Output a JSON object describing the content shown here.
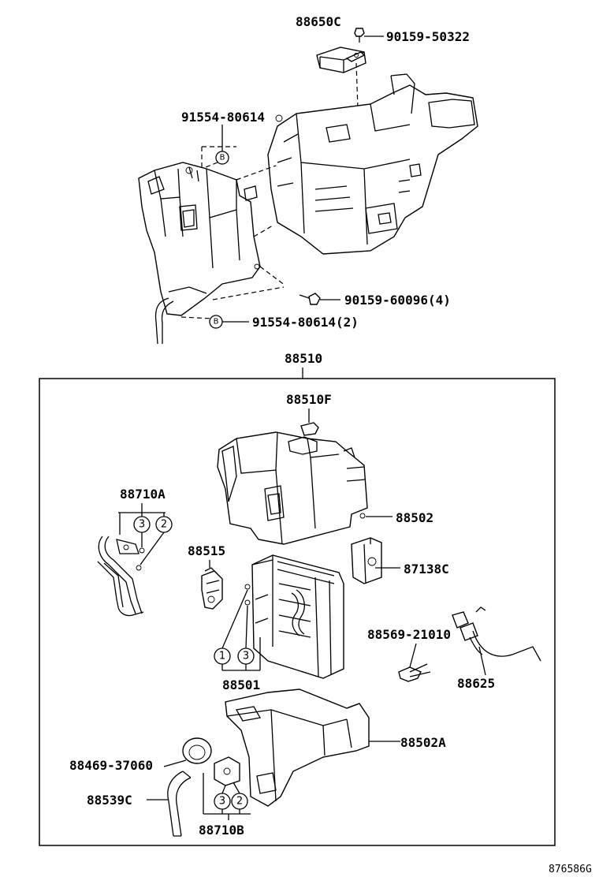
{
  "labels": {
    "p88650C": "88650C",
    "p9015950322": "90159-50322",
    "p9155480614": "91554-80614",
    "p9015960096": "90159-60096(4)",
    "p9155480614b": "91554-80614(2)",
    "p88510": "88510",
    "p88510F": "88510F",
    "p88710A": "88710A",
    "p88502": "88502",
    "p88515": "88515",
    "p87138C": "87138C",
    "p8856921010": "88569-21010",
    "p88501": "88501",
    "p88625": "88625",
    "p88502A": "88502A",
    "p8846937060": "88469-37060",
    "p88539C": "88539C",
    "p88710B": "88710B",
    "figure_code": "876586G"
  },
  "markers": {
    "B": "B",
    "one": "1",
    "two": "2",
    "three": "3"
  }
}
